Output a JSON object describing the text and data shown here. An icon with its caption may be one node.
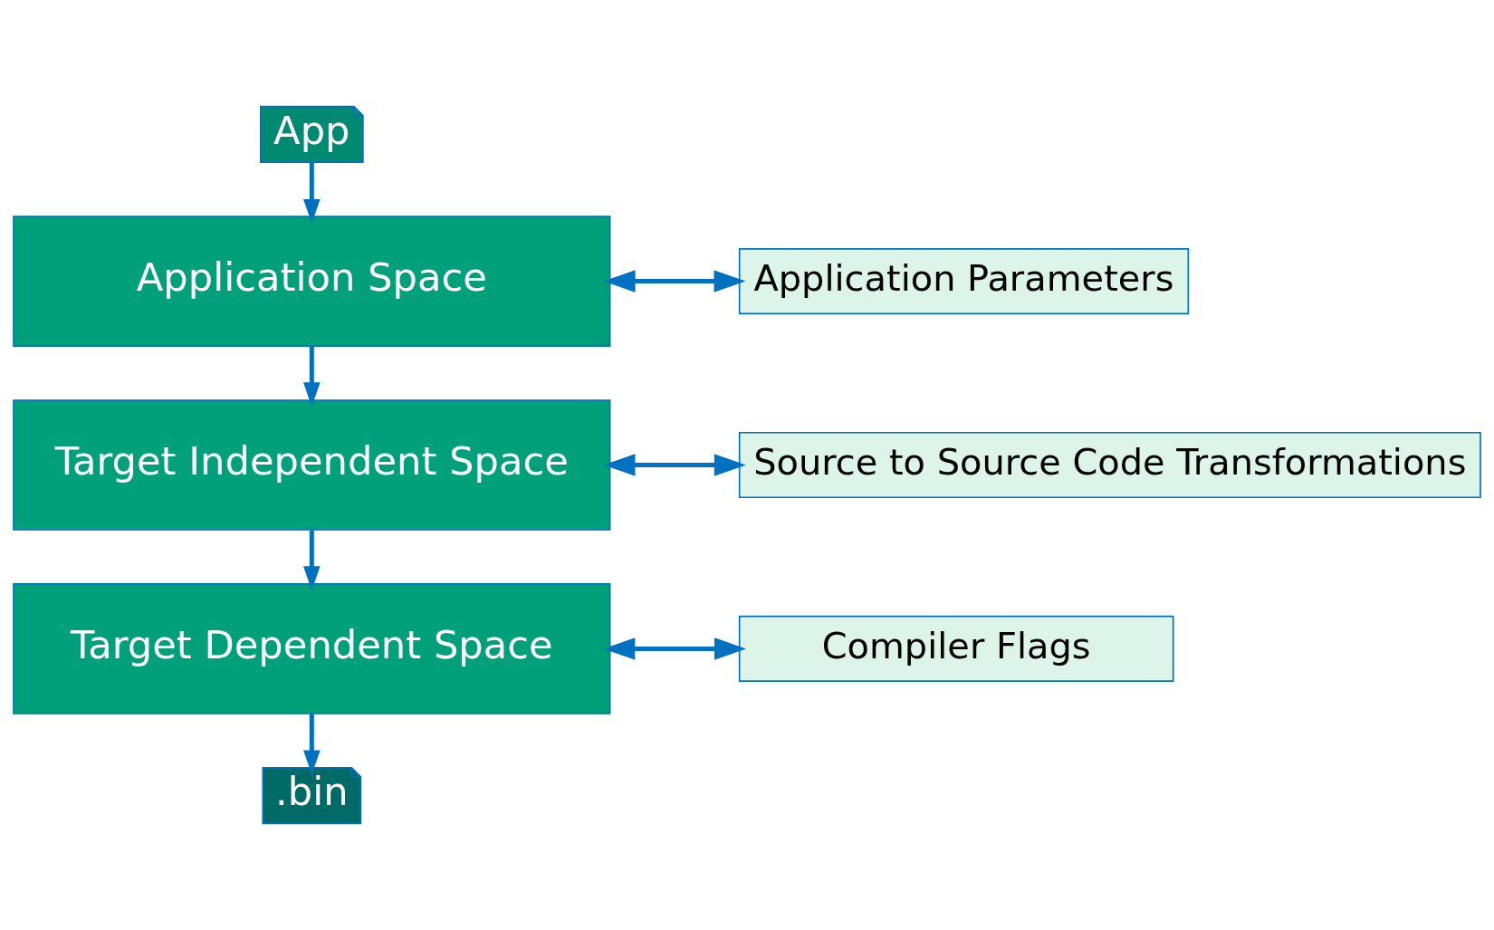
{
  "diagram": {
    "nodes": [
      {
        "text": [
          "App"
        ]
      },
      {
        "text": [
          "Application Space"
        ]
      },
      {
        "text": [
          "Application Parameters"
        ]
      },
      {
        "text": [
          "Target Independent Space"
        ]
      },
      {
        "text": [
          "Source to Source Code Transformations"
        ]
      },
      {
        "text": [
          "Target Dependent Space"
        ]
      },
      {
        "text": [
          "Compiler Flags"
        ]
      },
      {
        "text": [
          ".bin"
        ]
      }
    ],
    "edges": [
      {
        "from": 0,
        "to": 1,
        "arrow": "to"
      },
      {
        "from": 1,
        "to": 2,
        "arrow": "both"
      },
      {
        "from": 1,
        "to": 3,
        "arrow": "to"
      },
      {
        "from": 3,
        "to": 4,
        "arrow": "both"
      },
      {
        "from": 3,
        "to": 5,
        "arrow": "to"
      },
      {
        "from": 5,
        "to": 6,
        "arrow": "both"
      },
      {
        "from": 5,
        "to": 7,
        "arrow": "to"
      }
    ]
  }
}
